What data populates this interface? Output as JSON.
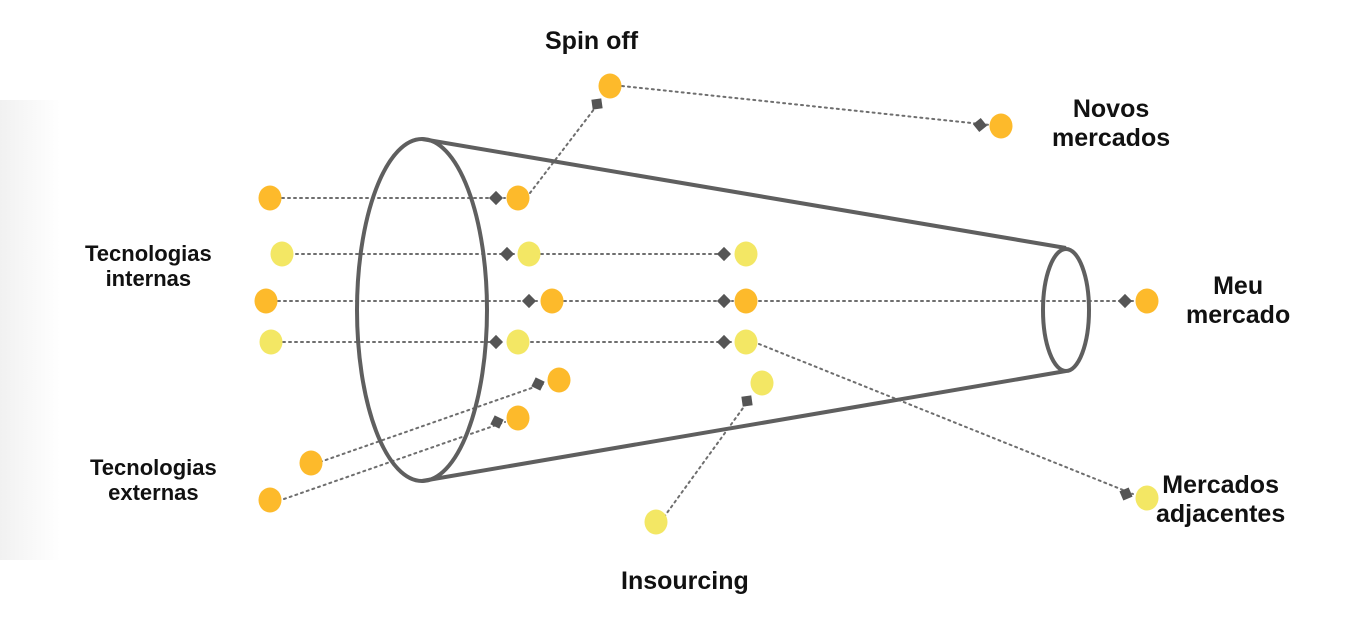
{
  "labels": {
    "spin_off": "Spin off",
    "novos_line1": "Novos",
    "novos_line2": "mercados",
    "tec_int_line1": "Tecnologias",
    "tec_int_line2": "internas",
    "meu_line1": "Meu",
    "meu_line2": "mercado",
    "tec_ext_line1": "Tecnologias",
    "tec_ext_line2": "externas",
    "adj_line1": "Mercados",
    "adj_line2": "adjacentes",
    "insourcing": "Insourcing"
  },
  "colors": {
    "orange": "#FDBA2B",
    "yellow": "#F3E764",
    "outline": "#5f5f5f",
    "line": "#6e6e6e",
    "diamond": "#555555",
    "text": "#111111"
  }
}
